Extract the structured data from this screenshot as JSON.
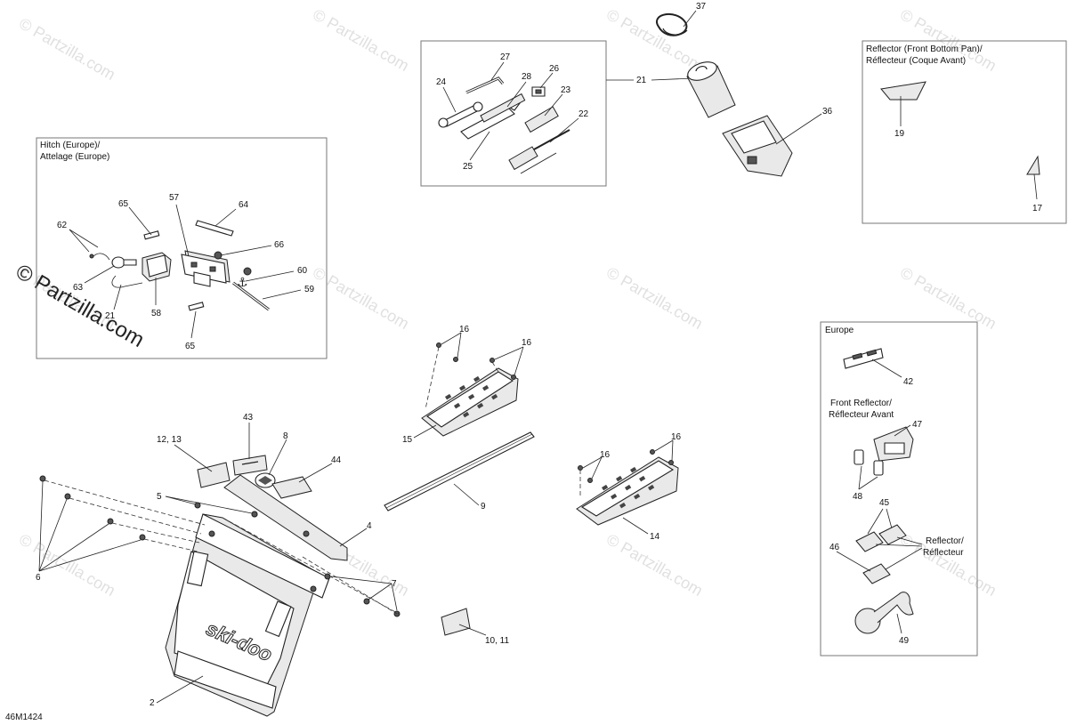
{
  "diagram_code": "46M1424",
  "watermark": {
    "text": "© Partzilla.com",
    "brand_large": "© Partzilla.com"
  },
  "hitch_box": {
    "title_line1": "Hitch (Europe)/",
    "title_line2": "Attelage (Europe)"
  },
  "reflector_box": {
    "title_line1": "Reflector (Front Bottom Pan)/",
    "title_line2": "Réflecteur (Coque Avant)"
  },
  "europe_box": {
    "title": "Europe",
    "front_reflector_line1": "Front Reflector/",
    "front_reflector_line2": "Réflecteur Avant",
    "reflector_line1": "Reflector/",
    "reflector_line2": "Réflecteur"
  },
  "flap_logo": "ski-doo",
  "callouts": {
    "c2": "2",
    "c4": "4",
    "c5": "5",
    "c6": "6",
    "c7": "7",
    "c8": "8",
    "c9": "9",
    "c10_11": "10, 11",
    "c12_13": "12, 13",
    "c14": "14",
    "c15": "15",
    "c16a": "16",
    "c16b": "16",
    "c16c": "16",
    "c16d": "16",
    "c17": "17",
    "c19": "19",
    "c21": "21",
    "c21b": "21",
    "c22": "22",
    "c23": "23",
    "c24": "24",
    "c25": "25",
    "c26": "26",
    "c27": "27",
    "c28": "28",
    "c36": "36",
    "c37": "37",
    "c42": "42",
    "c43": "43",
    "c44": "44",
    "c45": "45",
    "c46": "46",
    "c47": "47",
    "c48": "48",
    "c49": "49",
    "c57": "57",
    "c58": "58",
    "c59": "59",
    "c60": "60",
    "c62": "62",
    "c63": "63",
    "c64": "64",
    "c65a": "65",
    "c65b": "65",
    "c66": "66"
  }
}
